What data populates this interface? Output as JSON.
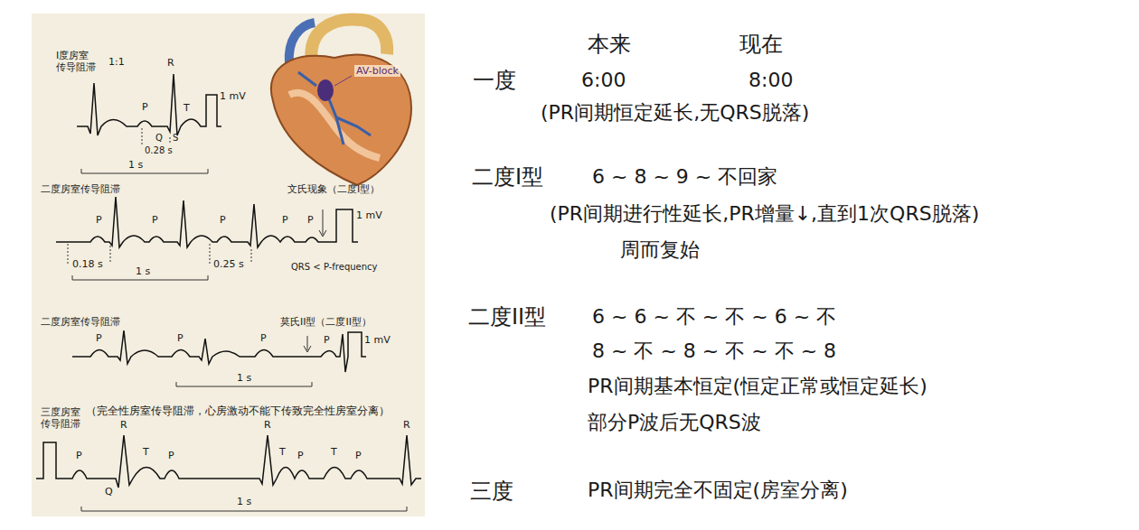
{
  "diagram": {
    "labels": [
      "I度房室 传导阻滞",
      "1:1",
      "R",
      "P",
      "T",
      "1 mV",
      "Q",
      "S",
      "0.28 s",
      "1 s",
      "AV-block",
      "二度房室传导阻滞",
      "文氏现象（二度I型）",
      "P",
      "P",
      "P",
      "P",
      "P",
      "1 mV",
      "0.18 s",
      "0.25 s",
      "QRS < P-frequency",
      "1 s",
      "二度房室传导阻滞",
      "莫氏II型（二度II型）",
      "1 mV",
      "P",
      "P",
      "P",
      "P",
      "1 s",
      "三度房室 传导阻滞",
      "（完全性房室传导阻滞，心房激动不能下传致完全性房室分离）",
      "R",
      "R",
      "R",
      "P",
      "T",
      "P",
      "T",
      "P",
      "T",
      "P",
      "Q",
      "1 s",
      "本来",
      "现在",
      "一度",
      "6:00",
      "8:00",
      "(PR间期恒定延长,无QRS脱落)",
      "二度I型",
      "6 ~ 8 ~ 9 ~ 不回家",
      "(PR间期进行性延长,PR增量↓,直到1次QRS脱落)",
      "周而复始",
      "二度II型",
      "6 ~ 6 ~ 不 ~ 不 ~ 6 ~ 不",
      "8 ~ 不 ~ 8 ~ 不 ~ 不 ~ 8",
      "PR间期基本恒定(恒定正常或恒定延长)",
      "部分P波后无QRS波",
      "三度",
      "PR间期完全不固定(房室分离)"
    ]
  }
}
